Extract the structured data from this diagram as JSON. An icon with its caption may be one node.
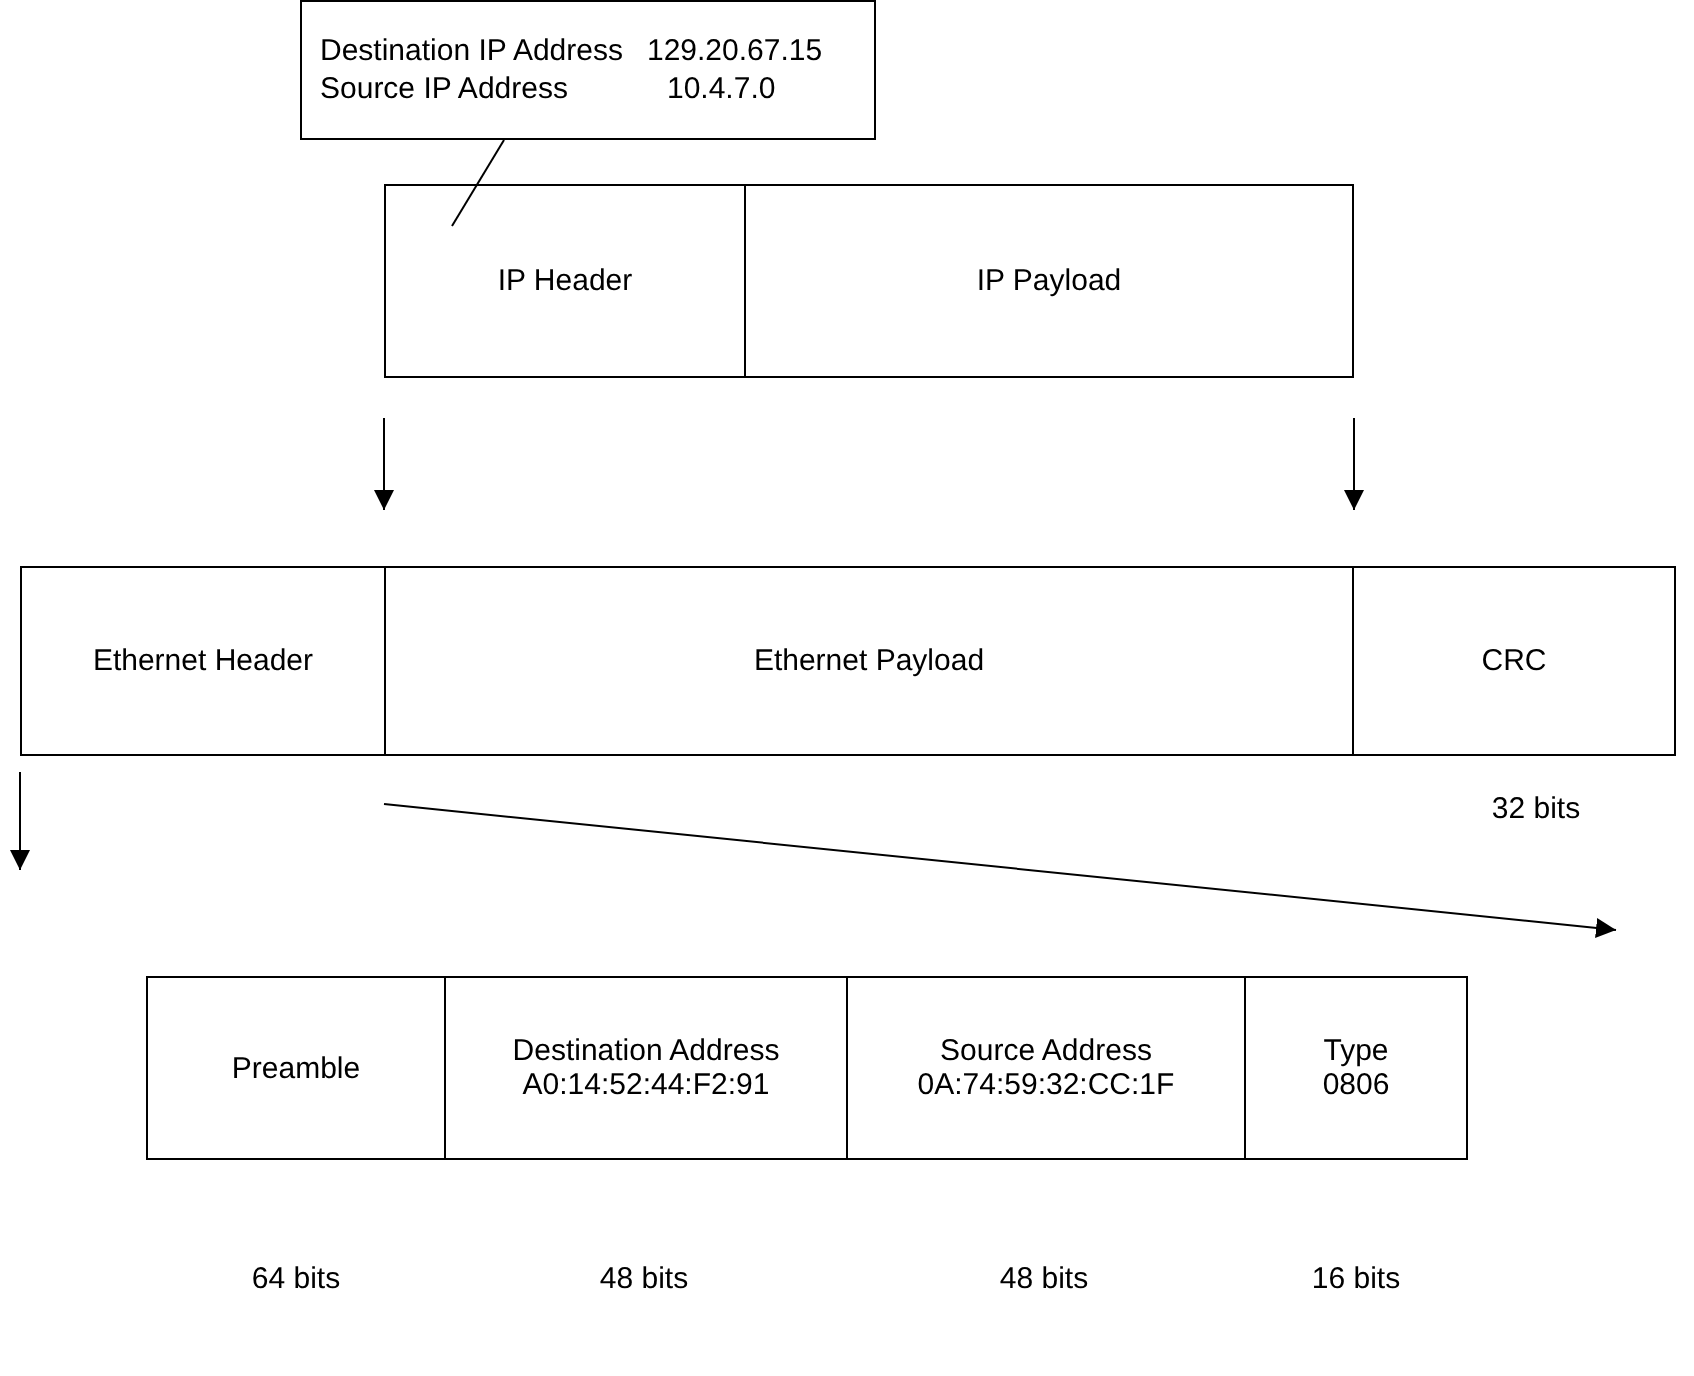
{
  "diagram": {
    "nodes": [
      {
        "text": [
          "Destination IP Address",
          "129.20.67.15",
          "Source IP Address",
          "10.4.7.0"
        ]
      },
      {
        "text": [
          "IP Header"
        ]
      },
      {
        "text": [
          "IP Payload"
        ]
      },
      {
        "text": [
          "Ethernet Header"
        ]
      },
      {
        "text": [
          "Ethernet Payload"
        ]
      },
      {
        "text": [
          "CRC"
        ],
        "beside": [
          "32 bits"
        ]
      },
      {
        "text": [
          "Preamble"
        ],
        "beside": [
          "64 bits"
        ]
      },
      {
        "text": [
          "Destination Address",
          "A0:14:52:44:F2:91"
        ],
        "beside": [
          "48 bits"
        ]
      },
      {
        "text": [
          "Source Address",
          "0A:74:59:32:CC:1F"
        ],
        "beside": [
          "48 bits"
        ]
      },
      {
        "text": [
          "Type",
          "0806"
        ],
        "beside": [
          "16 bits"
        ]
      }
    ],
    "edges": [
      {
        "from": 0,
        "to": 1,
        "arrow": "none"
      },
      {
        "from": 1,
        "to": 4,
        "arrow": "to"
      },
      {
        "from": 2,
        "to": 4,
        "arrow": "to"
      },
      {
        "from": 3,
        "to": null,
        "arrow": "to"
      },
      {
        "from": 3,
        "to": null,
        "arrow": "to"
      }
    ]
  }
}
